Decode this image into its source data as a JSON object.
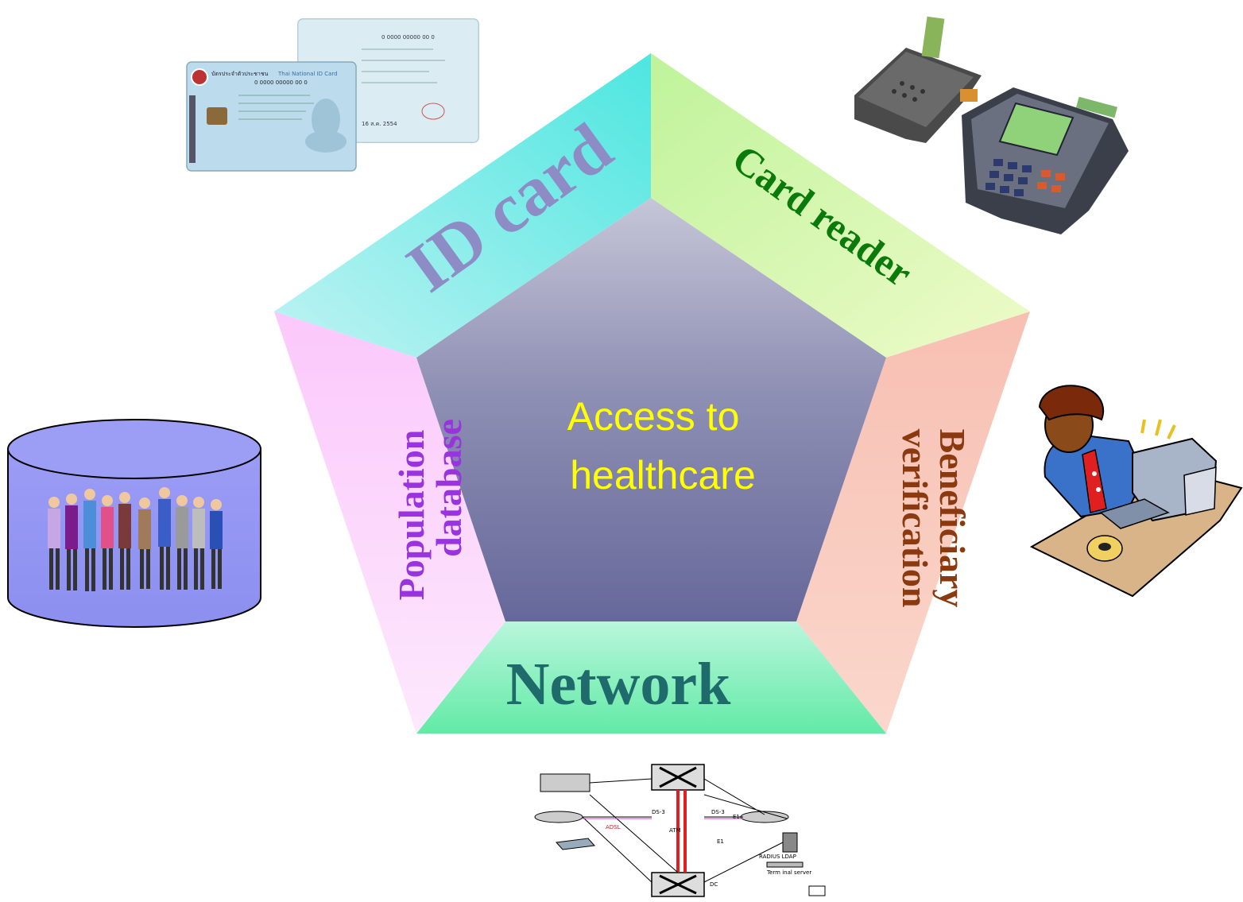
{
  "diagram": {
    "center": {
      "line1": "Access to",
      "line2": "healthcare",
      "text_color": "#FFFF00"
    },
    "segments": {
      "id_card": {
        "label": "ID card",
        "color": "#8E8CC4"
      },
      "card_reader": {
        "label": "Card reader",
        "color": "#0A7A0A"
      },
      "beneficiary": {
        "line1": "Beneficiary",
        "line2": "verification",
        "color": "#8B3A10"
      },
      "network": {
        "label": "Network",
        "color": "#1F6B6B"
      },
      "population": {
        "line1": "Population",
        "line2": "database",
        "color": "#9933E0"
      }
    }
  },
  "id_card_images": {
    "front": {
      "title_thai": "บัตรประจำตัวประชาชน",
      "title_en": "Thai National ID Card",
      "number": "0 0000 00000 00 0"
    },
    "back": {
      "number": "0 0000 00000 00 0",
      "date": "16 ส.ค. 2554"
    }
  },
  "network_image": {
    "labels": [
      "ADSL",
      "ATM",
      "DS-3",
      "DS-3",
      "E1",
      "E1",
      "RADIUS LDAP",
      "Term inal server",
      "DC"
    ]
  }
}
